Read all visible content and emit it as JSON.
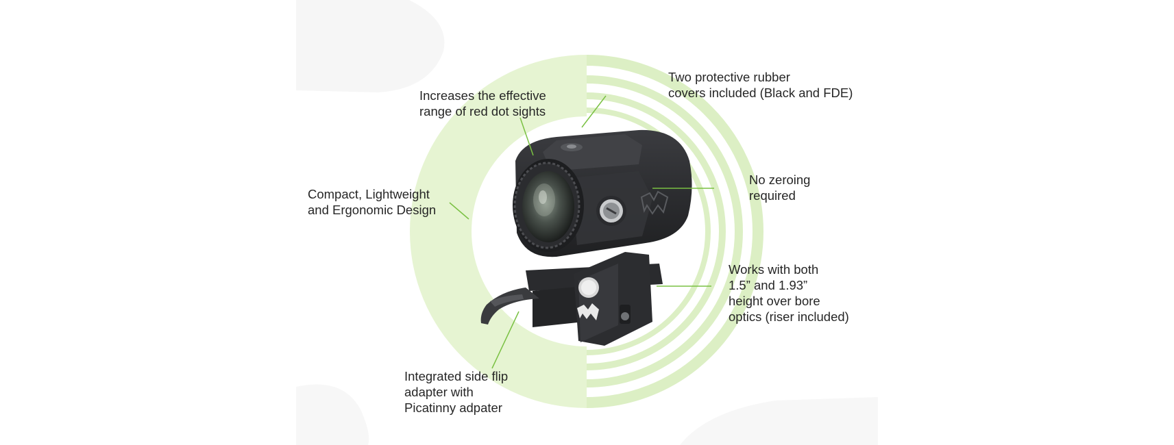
{
  "callouts": {
    "rubber_covers": {
      "lines": [
        "Two protective rubber",
        "covers included (Black and FDE)"
      ]
    },
    "effective_range": {
      "lines": [
        "Increases the effective",
        "range of red dot sights"
      ]
    },
    "compact": {
      "lines": [
        "Compact, Lightweight",
        "and Ergonomic Design"
      ]
    },
    "no_zeroing": {
      "lines": [
        "No zeroing",
        "required"
      ]
    },
    "works_with": {
      "lines": [
        "Works with both",
        "1.5” and 1.93”",
        "height over bore",
        "optics (riser included)"
      ]
    },
    "flip_adapter": {
      "lines": [
        "Integrated side flip",
        "adapter with",
        "Picatinny adpater"
      ]
    }
  },
  "colors": {
    "accent_green": "#7ac143",
    "circle_light": "#e6f4d2",
    "ring_light": "#dcefc4",
    "body_dark": "#2f3033",
    "text": "#262626",
    "ghost_gray": "#f6f6f6"
  },
  "icons": [
    "magnifier-product-image",
    "brand-logo-icon"
  ]
}
